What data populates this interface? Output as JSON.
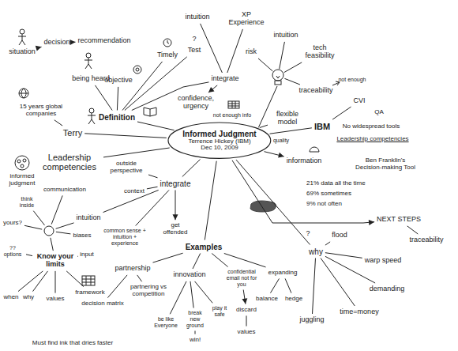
{
  "diagram": {
    "nodes": [
      {
        "text": [
          "Informed Judgment",
          "Terrence Hickey (IBM)",
          "Dec 10, 2009"
        ]
      },
      {
        "text": [
          "situation"
        ]
      },
      {
        "text": [
          "decision"
        ]
      },
      {
        "text": [
          "recommendation"
        ]
      },
      {
        "text": [
          "being heard"
        ]
      },
      {
        "text": [
          "Definition"
        ]
      },
      {
        "text": [
          "objective"
        ]
      },
      {
        "text": [
          "Timely"
        ]
      },
      {
        "text": [
          "Test"
        ]
      },
      {
        "text": [
          "intuition"
        ]
      },
      {
        "text": [
          "XP Experience"
        ]
      },
      {
        "text": [
          "integrate"
        ]
      },
      {
        "text": [
          "confidence, urgency"
        ]
      },
      {
        "text": [
          "flexible model"
        ]
      },
      {
        "text": [
          "risk"
        ]
      },
      {
        "text": [
          "intuition"
        ]
      },
      {
        "text": [
          "tech feasibility"
        ]
      },
      {
        "text": [
          "traceability"
        ]
      },
      {
        "text": [
          "IBM"
        ]
      },
      {
        "text": [
          "CVI"
        ]
      },
      {
        "text": [
          "QA"
        ]
      },
      {
        "text": [
          "No widespread tools"
        ]
      },
      {
        "text": [
          "Leadership competencies"
        ]
      },
      {
        "text": [
          "information"
        ]
      },
      {
        "text": [
          "Ben Franklin's Decision-making Tool"
        ]
      },
      {
        "text": [
          "Terry"
        ]
      },
      {
        "text": [
          "15 years global companies"
        ]
      },
      {
        "text": [
          "Leadership competencies"
        ]
      },
      {
        "text": [
          "informed judgment"
        ]
      },
      {
        "text": [
          "integrate"
        ]
      },
      {
        "text": [
          "outside perspective"
        ]
      },
      {
        "text": [
          "context"
        ]
      },
      {
        "text": [
          "communication"
        ]
      },
      {
        "text": [
          "think inside"
        ]
      },
      {
        "text": [
          "intuition"
        ]
      },
      {
        "text": [
          "common sense + intuition + experience"
        ]
      },
      {
        "text": [
          "get offended"
        ]
      },
      {
        "text": [
          "yours?"
        ]
      },
      {
        "text": [
          "Know your limits"
        ]
      },
      {
        "text": [
          "biases"
        ]
      },
      {
        "text": [
          "?? options"
        ]
      },
      {
        "text": [
          "input"
        ]
      },
      {
        "text": [
          "when"
        ]
      },
      {
        "text": [
          "why"
        ]
      },
      {
        "text": [
          "values"
        ]
      },
      {
        "text": [
          "framework"
        ]
      },
      {
        "text": [
          "Examples"
        ]
      },
      {
        "text": [
          "partnership"
        ]
      },
      {
        "text": [
          "partnering vs competition"
        ]
      },
      {
        "text": [
          "decision matrix"
        ]
      },
      {
        "text": [
          "innovation"
        ]
      },
      {
        "text": [
          "be like Everyone"
        ]
      },
      {
        "text": [
          "break new ground"
        ]
      },
      {
        "text": [
          "play it safe"
        ]
      },
      {
        "text": [
          "win!"
        ]
      },
      {
        "text": [
          "confidential email not for you"
        ]
      },
      {
        "text": [
          "discard"
        ]
      },
      {
        "text": [
          "values"
        ]
      },
      {
        "text": [
          "expanding"
        ]
      },
      {
        "text": [
          "balance"
        ]
      },
      {
        "text": [
          "hedge"
        ]
      },
      {
        "text": [
          "why"
        ]
      },
      {
        "text": [
          "flood"
        ]
      },
      {
        "text": [
          "warp speed"
        ]
      },
      {
        "text": [
          "demanding"
        ]
      },
      {
        "text": [
          "juggling"
        ]
      },
      {
        "text": [
          "time=money"
        ]
      },
      {
        "text": [
          "NEXT STEPS"
        ]
      },
      {
        "text": [
          "traceability"
        ]
      }
    ],
    "edges": [
      {
        "from": 1,
        "to": 2,
        "arrow": "to"
      },
      {
        "from": 2,
        "to": 3,
        "arrow": "to"
      },
      {
        "from": 4,
        "to": 5,
        "arrow": "none"
      },
      {
        "from": 0,
        "to": 5,
        "arrow": "none"
      },
      {
        "from": 5,
        "to": 6,
        "arrow": "none"
      },
      {
        "from": 5,
        "to": 7,
        "arrow": "none"
      },
      {
        "from": 5,
        "to": 8,
        "arrow": "none"
      },
      {
        "from": 5,
        "to": 11,
        "arrow": "none"
      },
      {
        "from": 11,
        "to": 9,
        "arrow": "none"
      },
      {
        "from": 11,
        "to": 10,
        "arrow": "none"
      },
      {
        "from": 11,
        "to": 12,
        "arrow": "to"
      },
      {
        "from": 0,
        "to": 13,
        "arrow": "none"
      },
      {
        "from": 0,
        "to": 18,
        "arrow": "none"
      },
      {
        "from": 18,
        "to": 19,
        "arrow": "none"
      },
      {
        "from": 0,
        "to": 23,
        "arrow": "to"
      },
      {
        "from": 0,
        "to": 25,
        "arrow": "none"
      },
      {
        "from": 25,
        "to": 26,
        "arrow": "none"
      },
      {
        "from": 0,
        "to": 27,
        "arrow": "none"
      },
      {
        "from": 0,
        "to": 29,
        "arrow": "none"
      },
      {
        "from": 29,
        "to": 30,
        "arrow": "none"
      },
      {
        "from": 29,
        "to": 31,
        "arrow": "none"
      },
      {
        "from": 29,
        "to": 35,
        "arrow": "none"
      },
      {
        "from": 29,
        "to": 36,
        "arrow": "to"
      },
      {
        "from": 29,
        "to": 34,
        "arrow": "none"
      },
      {
        "from": 38,
        "to": 40,
        "arrow": "none"
      },
      {
        "from": 38,
        "to": 41,
        "arrow": "none"
      },
      {
        "from": 38,
        "to": 42,
        "arrow": "none"
      },
      {
        "from": 38,
        "to": 43,
        "arrow": "none"
      },
      {
        "from": 38,
        "to": 44,
        "arrow": "none"
      },
      {
        "from": 38,
        "to": 45,
        "arrow": "none"
      },
      {
        "from": 0,
        "to": 46,
        "arrow": "none"
      },
      {
        "from": 46,
        "to": 47,
        "arrow": "none"
      },
      {
        "from": 47,
        "to": 48,
        "arrow": "none"
      },
      {
        "from": 47,
        "to": 49,
        "arrow": "none"
      },
      {
        "from": 46,
        "to": 50,
        "arrow": "none"
      },
      {
        "from": 50,
        "to": 51,
        "arrow": "none"
      },
      {
        "from": 50,
        "to": 52,
        "arrow": "none"
      },
      {
        "from": 50,
        "to": 53,
        "arrow": "none"
      },
      {
        "from": 52,
        "to": 54,
        "arrow": "none"
      },
      {
        "from": 46,
        "to": 55,
        "arrow": "none"
      },
      {
        "from": 55,
        "to": 56,
        "arrow": "to"
      },
      {
        "from": 56,
        "to": 57,
        "arrow": "none"
      },
      {
        "from": 46,
        "to": 58,
        "arrow": "none"
      },
      {
        "from": 58,
        "to": 59,
        "arrow": "none"
      },
      {
        "from": 58,
        "to": 60,
        "arrow": "none"
      },
      {
        "from": 0,
        "to": 61,
        "arrow": "none"
      },
      {
        "from": 61,
        "to": 62,
        "arrow": "none"
      },
      {
        "from": 61,
        "to": 63,
        "arrow": "none"
      },
      {
        "from": 61,
        "to": 64,
        "arrow": "none"
      },
      {
        "from": 61,
        "to": 65,
        "arrow": "none"
      },
      {
        "from": 61,
        "to": 66,
        "arrow": "none"
      },
      {
        "from": 0,
        "to": 67,
        "arrow": "to"
      },
      {
        "from": 67,
        "to": 68,
        "arrow": "none"
      }
    ],
    "labels": [
      "?",
      "not enough info",
      "not enough",
      "quality",
      "21% data all the time",
      "69% sometimes",
      "9% not often",
      "?",
      "Must find ink that dries faster"
    ]
  }
}
